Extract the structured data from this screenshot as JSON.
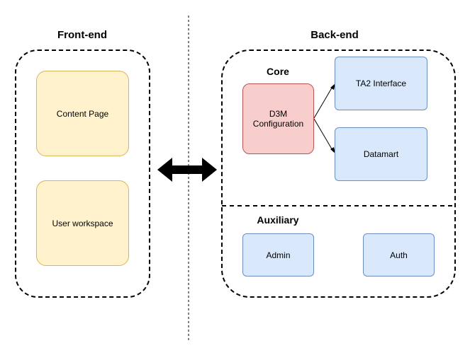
{
  "frontend": {
    "title": "Front-end",
    "boxes": [
      {
        "label": "Content Page"
      },
      {
        "label": "User workspace"
      }
    ]
  },
  "backend": {
    "title": "Back-end",
    "core": {
      "title": "Core",
      "d3m": "D3M\nConfiguration",
      "ta2": "TA2 Interface",
      "datamart": "Datamart"
    },
    "auxiliary": {
      "title": "Auxiliary",
      "admin": "Admin",
      "auth": "Auth"
    }
  },
  "colors": {
    "yellow_fill": "#fff2cc",
    "yellow_stroke": "#d6b656",
    "red_fill": "#f8cecc",
    "red_stroke": "#b85450",
    "blue_fill": "#dae8fc",
    "blue_stroke": "#6c8ebf"
  }
}
